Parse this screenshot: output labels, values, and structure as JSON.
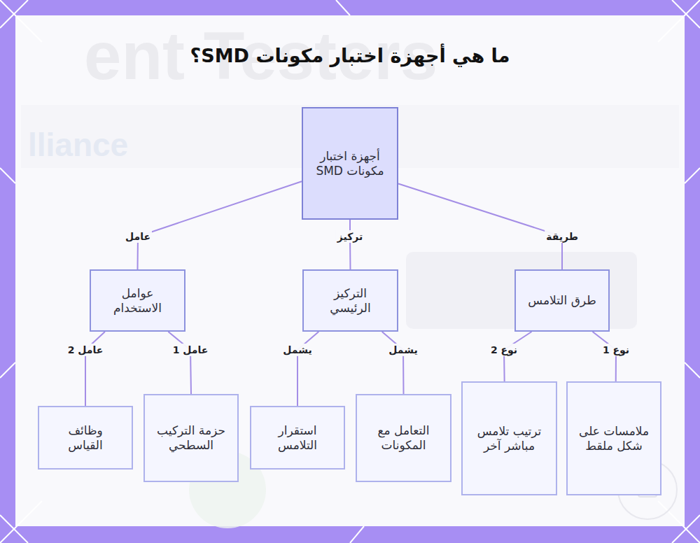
{
  "diagram": {
    "title": "ما هي أجهزة اختبار مكونات SMD؟",
    "nodes": [
      {
        "text": [
          "أجهزة اختبار مكونات SMD"
        ]
      },
      {
        "text": [
          "طرق التلامس"
        ]
      },
      {
        "text": [
          "التركيز الرئيسي"
        ]
      },
      {
        "text": [
          "عوامل الاستخدام"
        ]
      },
      {
        "text": [
          "ملامسات على شكل ملقط"
        ]
      },
      {
        "text": [
          "ترتيب تلامس مباشر آخر"
        ]
      },
      {
        "text": [
          "التعامل مع المكونات"
        ]
      },
      {
        "text": [
          "استقرار التلامس"
        ]
      },
      {
        "text": [
          "حزمة التركيب السطحي"
        ]
      },
      {
        "text": [
          "وظائف القياس"
        ]
      }
    ],
    "edges": [
      {
        "from": 0,
        "to": 1,
        "label": "طريقة",
        "arrow": "none"
      },
      {
        "from": 0,
        "to": 2,
        "label": "تركيز",
        "arrow": "none"
      },
      {
        "from": 0,
        "to": 3,
        "label": "عامل",
        "arrow": "none"
      },
      {
        "from": 1,
        "to": 4,
        "label": "نوع 1",
        "arrow": "none"
      },
      {
        "from": 1,
        "to": 5,
        "label": "نوع 2",
        "arrow": "none"
      },
      {
        "from": 2,
        "to": 6,
        "label": "يشمل",
        "arrow": "none"
      },
      {
        "from": 2,
        "to": 7,
        "label": "يشمل",
        "arrow": "none"
      },
      {
        "from": 3,
        "to": 8,
        "label": "عامل 1",
        "arrow": "none"
      },
      {
        "from": 3,
        "to": 9,
        "label": "عامل 2",
        "arrow": "none"
      }
    ],
    "labels": [
      "ent Testers",
      "lliance"
    ]
  }
}
